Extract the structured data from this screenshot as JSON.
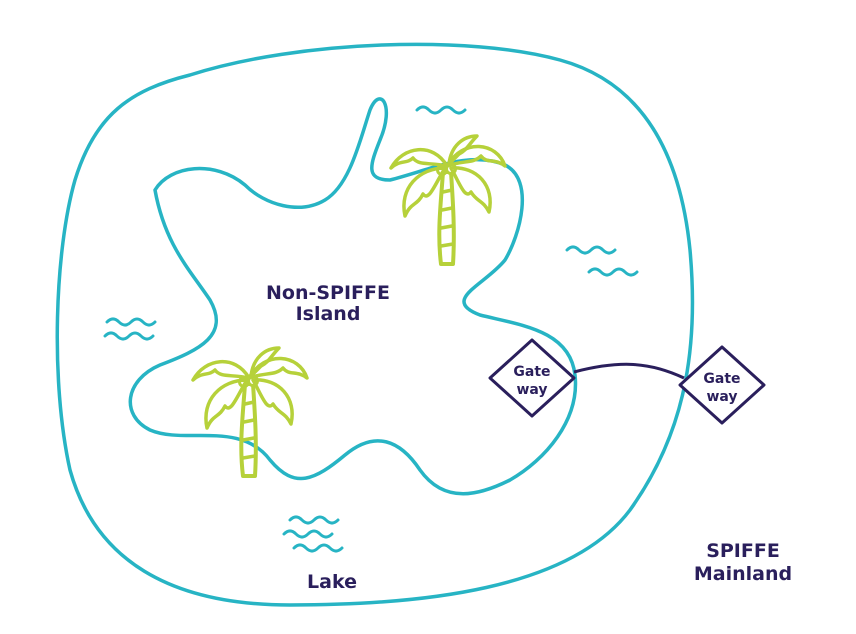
{
  "labels": {
    "island_line1": "Non-SPIFFE",
    "island_line2": "Island",
    "lake": "Lake",
    "mainland_line1": "SPIFFE",
    "mainland_line2": "Mainland"
  },
  "gateways": [
    {
      "line1": "Gate",
      "line2": "way"
    },
    {
      "line1": "Gate",
      "line2": "way"
    }
  ],
  "icons": [
    "palm-tree-icon",
    "palm-tree-icon",
    "wave-icon",
    "wave-icon",
    "wave-icon",
    "wave-icon"
  ],
  "colors": {
    "outline": "#27b4c4",
    "palm": "#b6d13a",
    "text": "#2a1f5c",
    "background": "#ffffff"
  }
}
